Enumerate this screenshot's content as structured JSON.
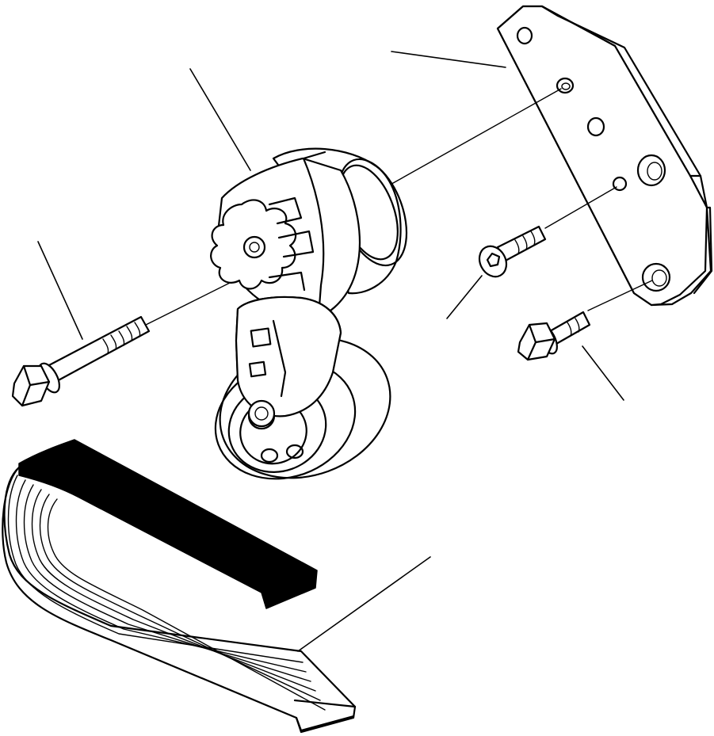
{
  "diagram": {
    "type": "exploded-parts-drawing",
    "background": "#ffffff",
    "line_color": "#000000",
    "parts": [
      {
        "name": "mounting-bracket"
      },
      {
        "name": "belt-tensioner"
      },
      {
        "name": "long-flange-bolt"
      },
      {
        "name": "socket-cap-screw"
      },
      {
        "name": "hex-flange-bolt"
      },
      {
        "name": "ribbed-drive-belt"
      }
    ],
    "callout_leaders": 6,
    "text_labels": []
  }
}
